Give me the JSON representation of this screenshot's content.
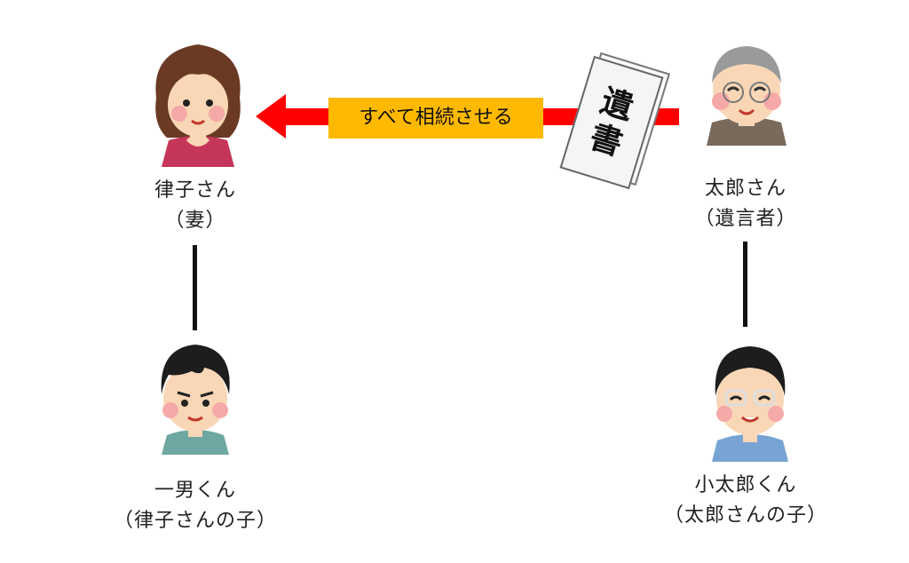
{
  "people": {
    "wife": {
      "name": "律子さん",
      "role": "（妻）"
    },
    "testator": {
      "name": "太郎さん",
      "role": "（遺言者）"
    },
    "son_wife": {
      "name": "一男くん",
      "role": "（律子さんの子）"
    },
    "son_taro": {
      "name": "小太郎くん",
      "role": "（太郎さんの子）"
    }
  },
  "arrow": {
    "label": "すべて相続させる",
    "color": "#ff0000",
    "label_bg": "#ffb900"
  },
  "will_document": {
    "line1": "遺",
    "line2": "書"
  }
}
